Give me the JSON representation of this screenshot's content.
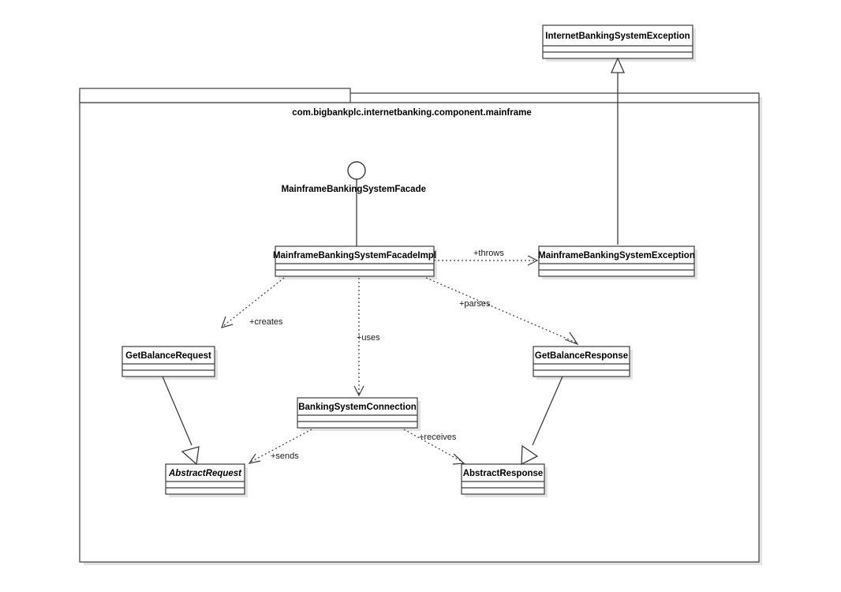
{
  "diagram": {
    "kind": "uml-class-diagram",
    "package": {
      "label": "com.bigbankplc.internetbanking.component.mainframe"
    },
    "interface_lollipop": {
      "label": "MainframeBankingSystemFacade"
    },
    "classes": [
      {
        "id": "internet-banking-system-exception",
        "name": "InternetBankingSystemException",
        "abstract": false
      },
      {
        "id": "mainframe-banking-system-facade-impl",
        "name": "MainframeBankingSystemFacadeImpl",
        "abstract": false
      },
      {
        "id": "mainframe-banking-system-exception",
        "name": "MainframeBankingSystemException",
        "abstract": false
      },
      {
        "id": "get-balance-request",
        "name": "GetBalanceRequest",
        "abstract": false
      },
      {
        "id": "get-balance-response",
        "name": "GetBalanceResponse",
        "abstract": false
      },
      {
        "id": "banking-system-connection",
        "name": "BankingSystemConnection",
        "abstract": false
      },
      {
        "id": "abstract-request",
        "name": "AbstractRequest",
        "abstract": true
      },
      {
        "id": "abstract-response",
        "name": "AbstractResponse",
        "abstract": false
      }
    ],
    "relationships": [
      {
        "id": "throws",
        "label": "+throws",
        "type": "dependency",
        "from": "mainframe-banking-system-facade-impl",
        "to": "mainframe-banking-system-exception"
      },
      {
        "id": "creates",
        "label": "+creates",
        "type": "dependency",
        "from": "mainframe-banking-system-facade-impl",
        "to": "get-balance-request"
      },
      {
        "id": "uses",
        "label": "+uses",
        "type": "dependency",
        "from": "mainframe-banking-system-facade-impl",
        "to": "banking-system-connection"
      },
      {
        "id": "parses",
        "label": "+parses",
        "type": "dependency",
        "from": "mainframe-banking-system-facade-impl",
        "to": "get-balance-response"
      },
      {
        "id": "sends",
        "label": "+sends",
        "type": "dependency",
        "from": "banking-system-connection",
        "to": "abstract-request"
      },
      {
        "id": "receives",
        "label": "+receives",
        "type": "dependency",
        "from": "banking-system-connection",
        "to": "abstract-response"
      },
      {
        "id": "gen-exception",
        "label": "",
        "type": "generalization",
        "from": "mainframe-banking-system-exception",
        "to": "internet-banking-system-exception"
      },
      {
        "id": "gen-request",
        "label": "",
        "type": "generalization",
        "from": "get-balance-request",
        "to": "abstract-request"
      },
      {
        "id": "gen-response",
        "label": "",
        "type": "generalization",
        "from": "get-balance-response",
        "to": "abstract-response"
      }
    ],
    "colors": {
      "stroke": "#3c3c3c",
      "fill": "#ffffff",
      "shadow": "#d9d9d9",
      "text": "#000000",
      "background": "#ffffff"
    }
  }
}
